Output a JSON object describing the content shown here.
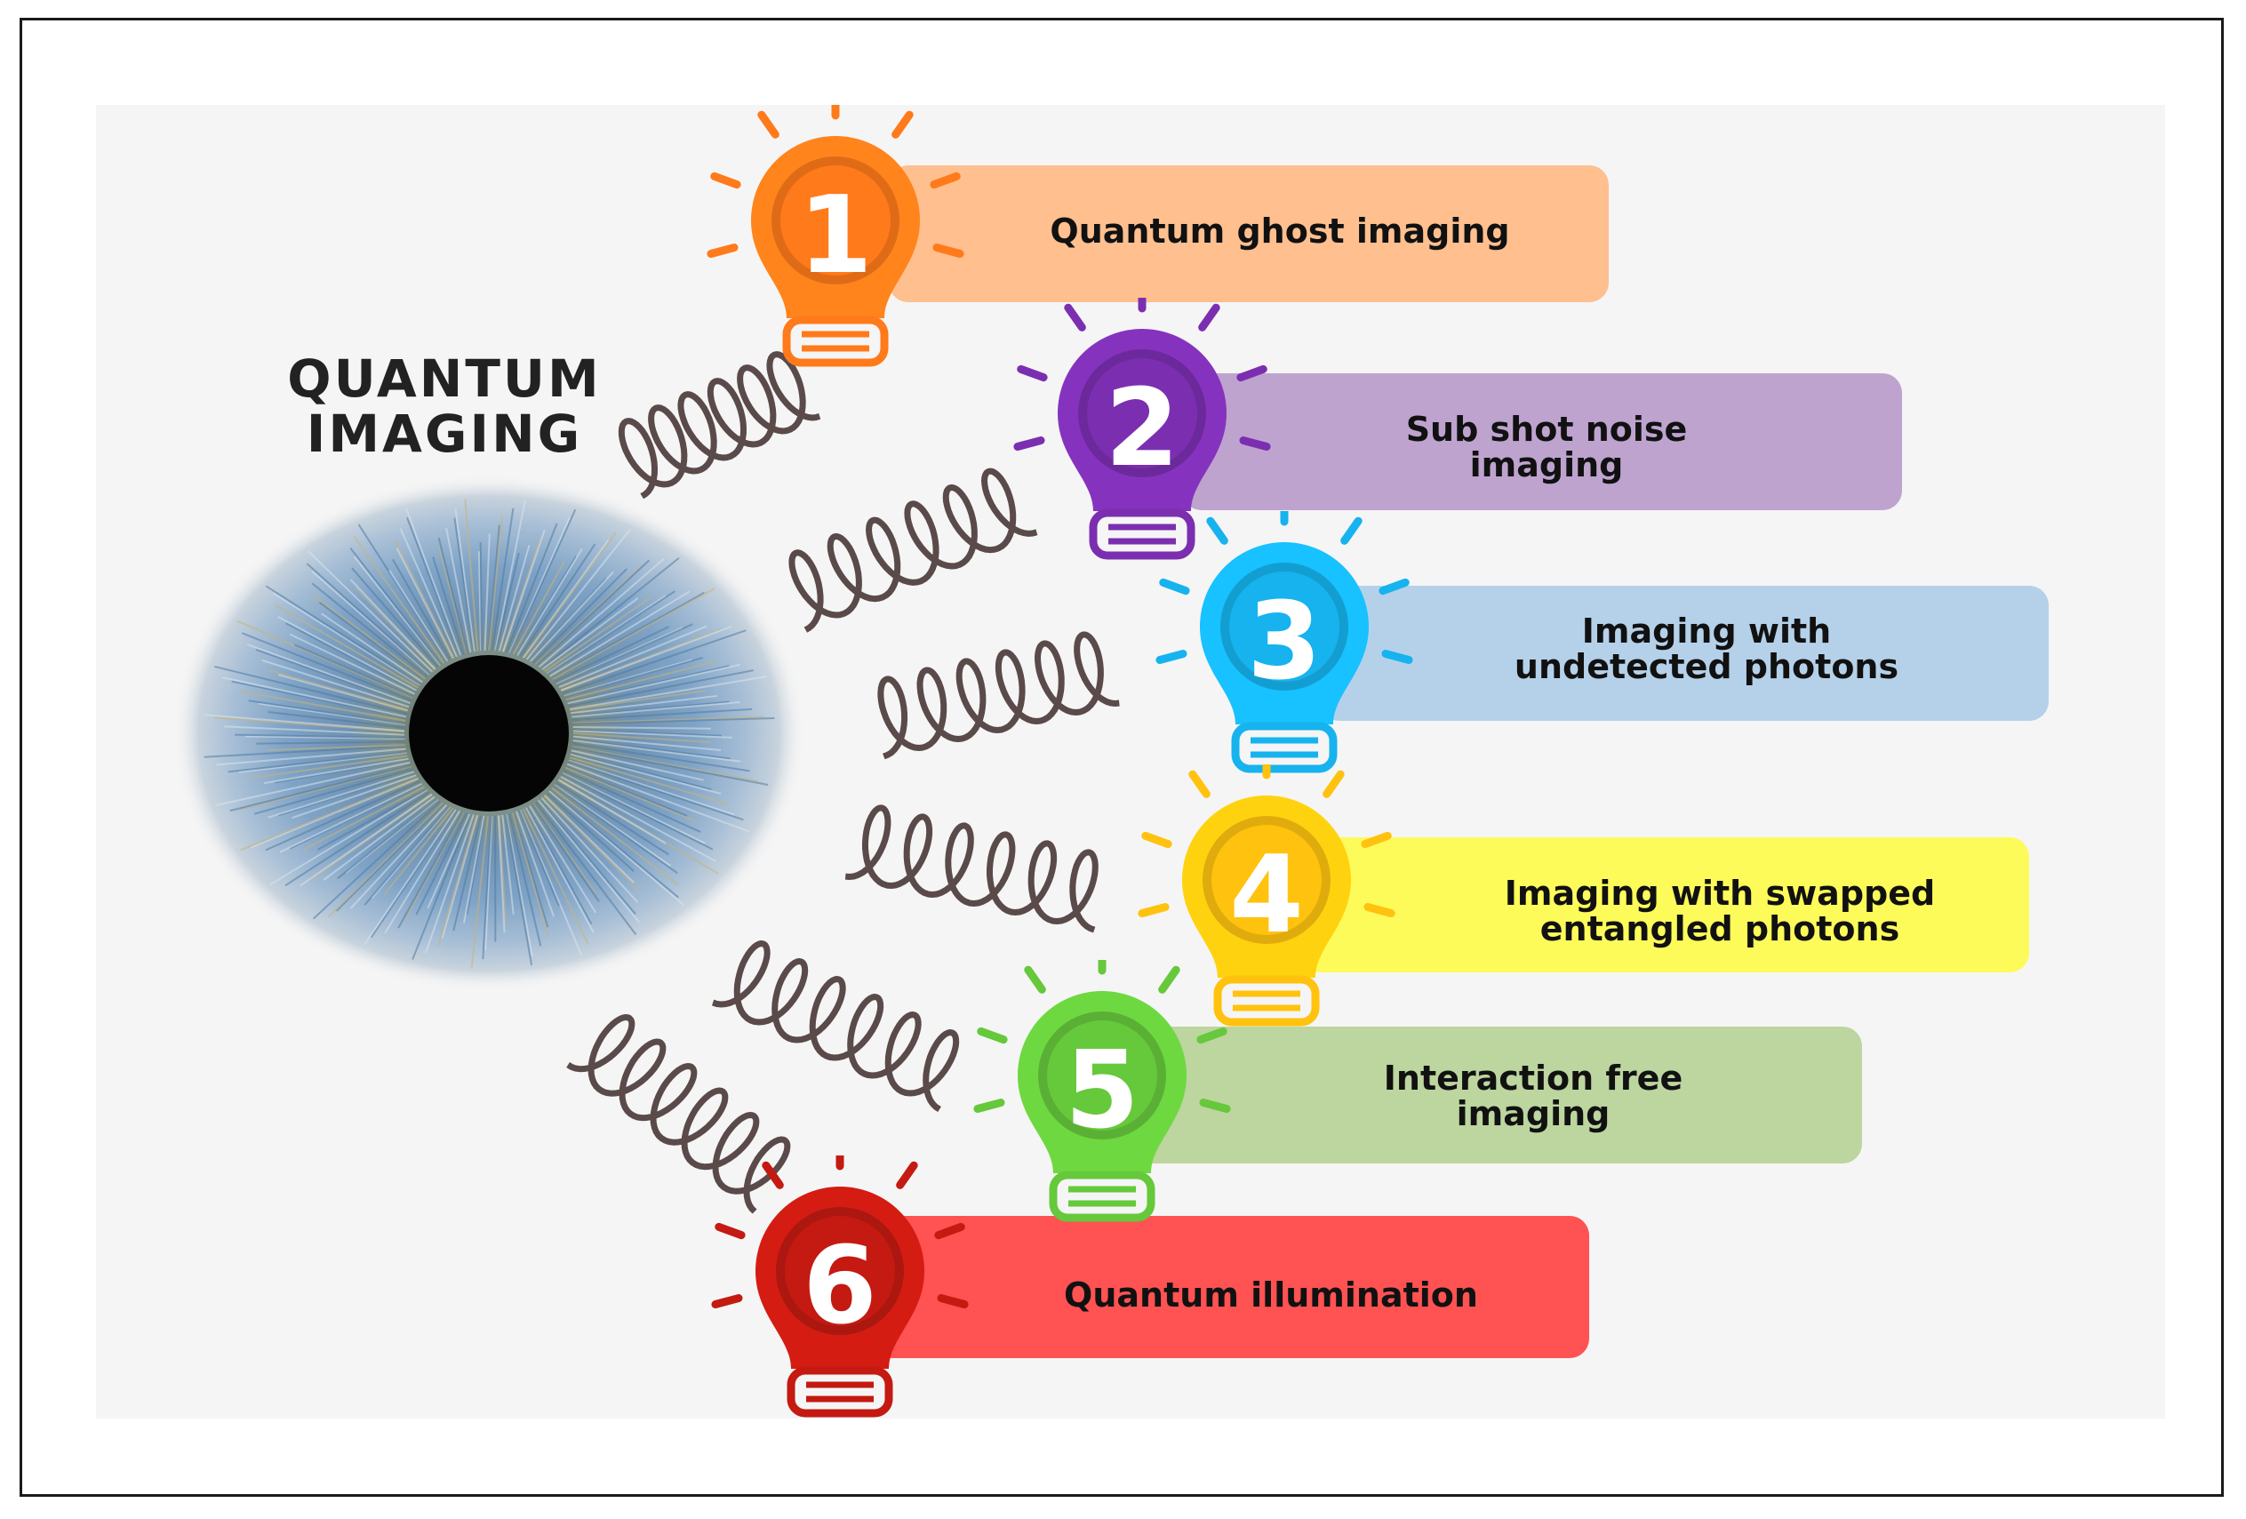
{
  "title": {
    "line1": "QUANTUM",
    "line2": "IMAGING"
  },
  "colors": {
    "background": "#f5f5f5",
    "item1": "#ff7a1a",
    "item1_bar": "#ffbf8f",
    "item2": "#7b2fb0",
    "item2_bar": "#bea3cf",
    "item3": "#16b3ee",
    "item3_bar": "#b5d1e9",
    "item4": "#ffc20e",
    "item4_bar": "#fdfb5a",
    "item5": "#66c83b",
    "item5_bar": "#bdd59f",
    "item6": "#c41a12",
    "item6_bar": "#ff5252"
  },
  "items": [
    {
      "number": "1",
      "lines": [
        "Quantum ghost imaging",
        ""
      ],
      "icon": "lightbulb-icon"
    },
    {
      "number": "2",
      "lines": [
        "Sub shot noise",
        "imaging"
      ],
      "icon": "lightbulb-icon"
    },
    {
      "number": "3",
      "lines": [
        "Imaging with",
        "undetected photons"
      ],
      "icon": "lightbulb-icon"
    },
    {
      "number": "4",
      "lines": [
        "Imaging with swapped",
        "entangled photons"
      ],
      "icon": "lightbulb-icon"
    },
    {
      "number": "5",
      "lines": [
        "Interaction free",
        "imaging"
      ],
      "icon": "lightbulb-icon"
    },
    {
      "number": "6",
      "lines": [
        "Quantum illumination",
        ""
      ],
      "icon": "lightbulb-icon"
    }
  ],
  "graphics": {
    "eye": "eye-iris-icon",
    "spring": "coil-spring-icon"
  }
}
